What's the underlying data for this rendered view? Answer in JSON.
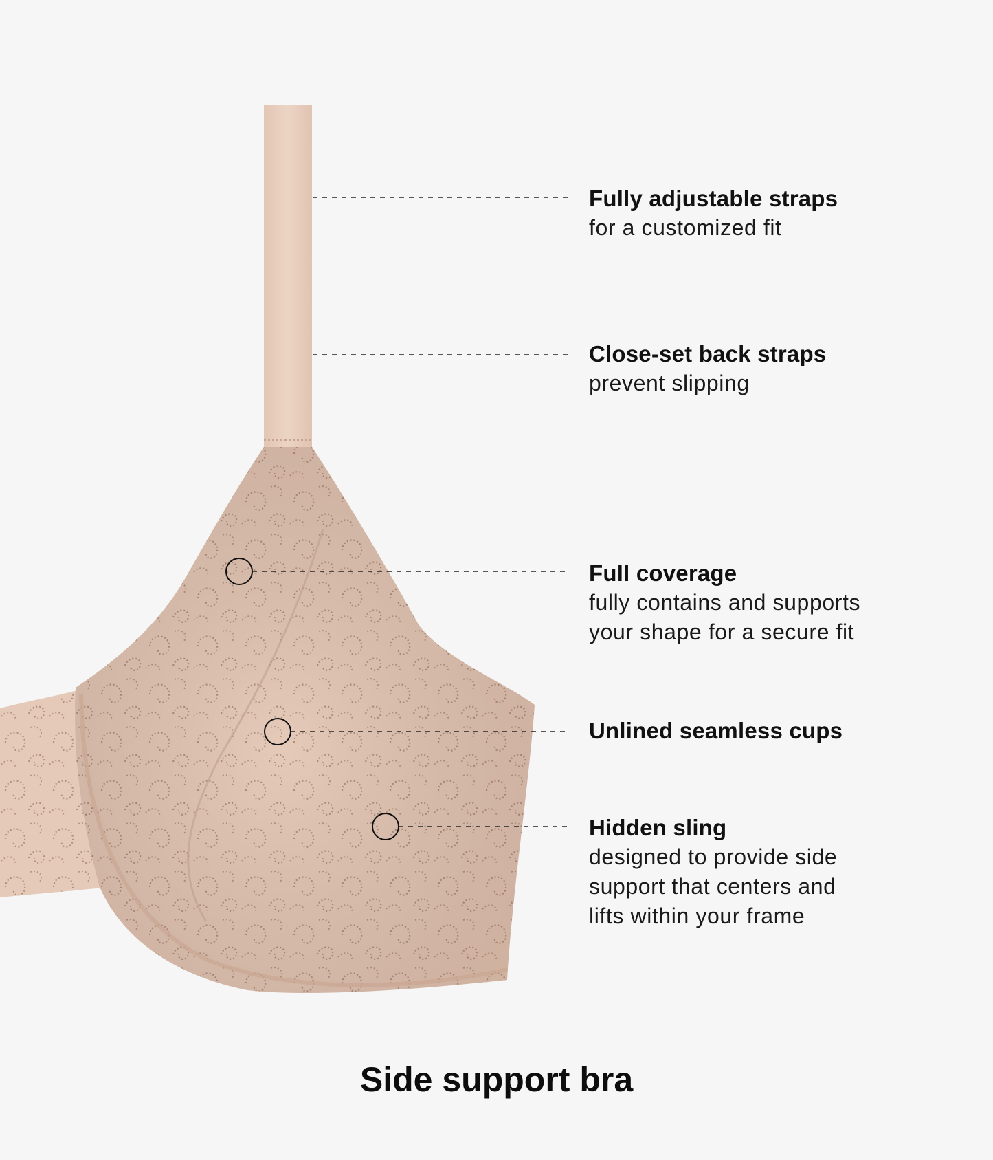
{
  "page": {
    "title": "Side support bra",
    "background_color": "#f6f6f6",
    "product_color": "#e7cdbd"
  },
  "features": [
    {
      "title": "Fully adjustable straps",
      "description": [
        "for a customized fit"
      ]
    },
    {
      "title": "Close-set back straps",
      "description": [
        "prevent slipping"
      ]
    },
    {
      "title": "Full coverage",
      "description": [
        "fully contains and supports",
        "your shape for a secure fit"
      ]
    },
    {
      "title": "Unlined seamless cups",
      "description": []
    },
    {
      "title": "Hidden sling",
      "description": [
        "designed to provide side",
        "support that centers and",
        "lifts within your frame"
      ]
    }
  ]
}
